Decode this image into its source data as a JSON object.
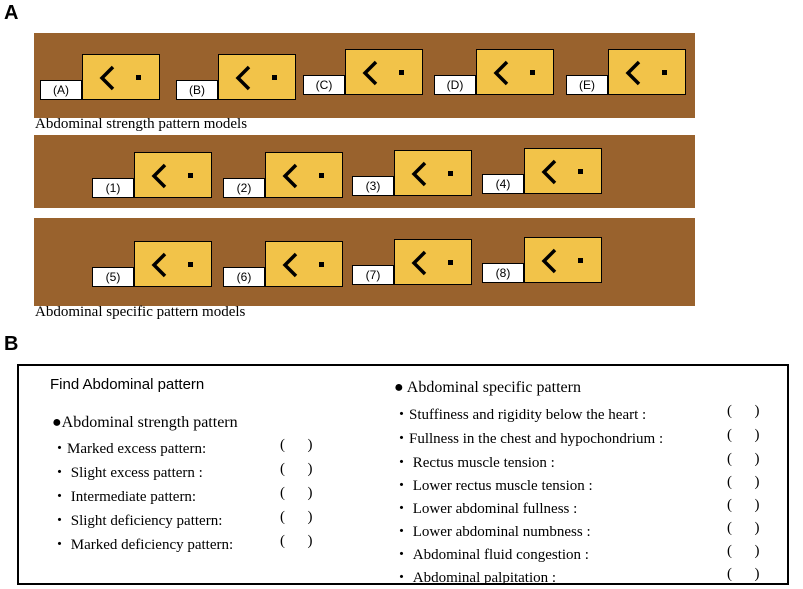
{
  "panels": {
    "a": "A",
    "b": "B"
  },
  "colors": {
    "band": "#99622d",
    "model_box": "#f2c349"
  },
  "strength_models": [
    "(A)",
    "(B)",
    "(C)",
    "(D)",
    "(E)"
  ],
  "specific_models_row1": [
    "(1)",
    "(2)",
    "(3)",
    "(4)"
  ],
  "specific_models_row2": [
    "(5)",
    "(6)",
    "(7)",
    "(8)"
  ],
  "captions": {
    "strength": "Abdominal strength pattern models",
    "specific": "Abdominal specific pattern models"
  },
  "form": {
    "title": "Find Abdominal pattern",
    "strength_heading": "●Abdominal strength pattern",
    "strength_items": [
      "・Marked excess pattern:",
      "・ Slight excess pattern :",
      "・ Intermediate pattern:",
      "・ Slight deficiency pattern:",
      "・ Marked deficiency pattern:"
    ],
    "specific_heading": "● Abdominal specific pattern",
    "specific_items": [
      "・Stuffiness and rigidity below the heart :",
      "・Fullness in the chest and hypochondrium :",
      "・ Rectus muscle tension :",
      "・ Lower rectus muscle tension :",
      "・ Lower abdominal fullness :",
      "・ Lower abdominal numbness :",
      "・ Abdominal fluid congestion :",
      "・ Abdominal palpitation :"
    ],
    "blank": "(      )"
  }
}
